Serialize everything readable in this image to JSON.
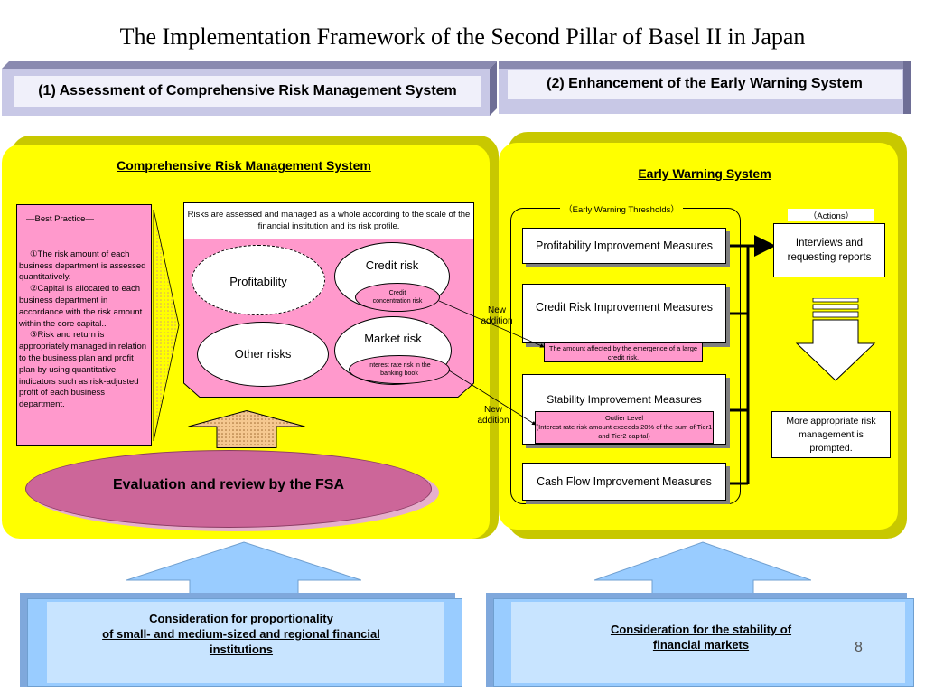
{
  "title": "The Implementation Framework of the Second Pillar of Basel II in Japan",
  "header_left": "(1) Assessment of Comprehensive Risk Management System",
  "header_right": "(2) Enhancement of the Early Warning System",
  "left_panel": {
    "title": "Comprehensive Risk Management System",
    "best_practice_title": "―Best Practice―",
    "best_practice_items": [
      "①The risk amount of each business department is assessed quantitatively.",
      "②Capital is allocated to each business department in accordance with the risk amount within the core capital..",
      "③Risk and return is appropriately managed in relation to the business plan and profit plan by using quantitative indicators such as risk-adjusted profit of each business department."
    ],
    "assessment_text": "Risks are assessed and managed as a whole according to the scale of the financial institution and its risk profile.",
    "profitability": "Profitability",
    "credit_risk": "Credit risk",
    "credit_concentration": "Credit concentration risk",
    "other_risks": "Other risks",
    "market_risk": "Market risk",
    "interest_rate_bank": "Interest rate risk in the banking book",
    "fsa_review": "Evaluation and review by the FSA"
  },
  "new_addition_1": "New addition",
  "new_addition_2": "New addition",
  "right_panel": {
    "title": "Early Warning System",
    "thresholds_label": "（Early Warning Thresholds）",
    "actions_label": "（Actions）",
    "measures": [
      "Profitability Improvement Measures",
      "Credit Risk Improvement Measures",
      "Stability Improvement Measures",
      "Cash Flow Improvement Measures"
    ],
    "large_credit_note": "The amount affected by the emergence of a large credit risk.",
    "outlier_note": "Outlier Level\n(Interest rate risk amount exceeds 20% of the sum of Tier1 and Tier2 capital)",
    "action_1": "Interviews and requesting reports",
    "action_2": "More appropriate risk management is prompted."
  },
  "bottom_left": "Consideration for proportionality\n of small- and medium-sized and regional financial institutions",
  "bottom_right": "Consideration for the stability of financial markets",
  "page_number": "8",
  "colors": {
    "panel_yellow": "#ffff00",
    "pink": "#ff99cc",
    "header_lavender": "#e6e6f5",
    "bottom_blue": "#99ccff",
    "fsa_ellipse": "#cc6699"
  }
}
